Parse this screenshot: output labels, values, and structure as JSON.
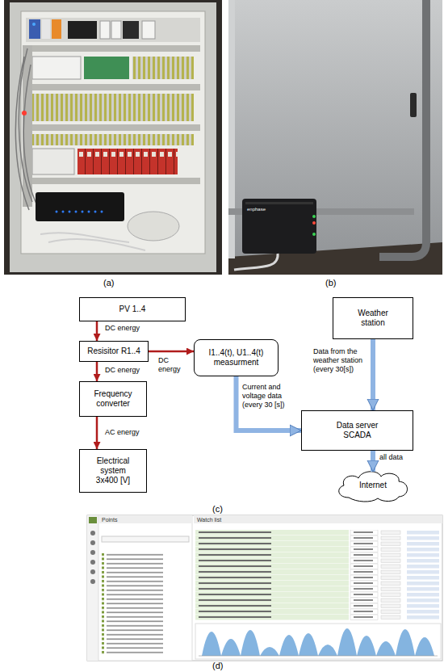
{
  "diagram": {
    "nodes": [
      {
        "text": [
          "PV 1..4"
        ]
      },
      {
        "text": [
          "Resisitor R1..4"
        ]
      },
      {
        "text": [
          "Frequency converter"
        ]
      },
      {
        "text": [
          "Electrical system 3x400 [V]"
        ]
      },
      {
        "text": [
          "I1..4(t), U1..4(t) measurment"
        ]
      },
      {
        "text": [
          "Weather station"
        ]
      },
      {
        "text": [
          "Data server SCADA"
        ]
      },
      {
        "text": [
          "Internet"
        ]
      }
    ],
    "edges": [
      {
        "from": 0,
        "to": 1,
        "arrow": "to",
        "label": "DC energy"
      },
      {
        "from": 1,
        "to": 2,
        "arrow": "to",
        "label": "DC energy"
      },
      {
        "from": 2,
        "to": 3,
        "arrow": "to",
        "label": "AC energy"
      },
      {
        "from": 1,
        "to": 4,
        "arrow": "to",
        "label": "DC energy"
      },
      {
        "from": 4,
        "to": 6,
        "arrow": "to",
        "label": "Current and voltage data (every 30 [s])"
      },
      {
        "from": 5,
        "to": 6,
        "arrow": "to",
        "label": "Data from the weather station (every 30[s])"
      },
      {
        "from": 6,
        "to": 7,
        "arrow": "to",
        "label": "all data"
      }
    ],
    "labels": [
      "(a)",
      "(b)",
      "(c)",
      "(d)",
      "enphase",
      "Points",
      "Watch list"
    ]
  }
}
